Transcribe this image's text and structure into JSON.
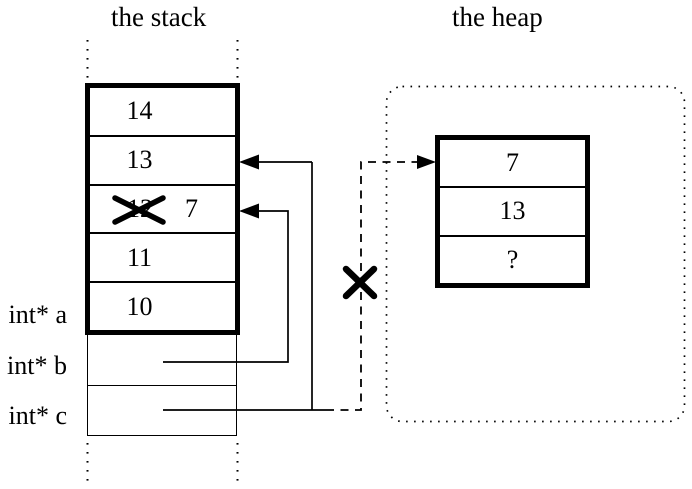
{
  "diagram": {
    "stack": {
      "title": "the stack",
      "frame_cells": [
        {
          "value": "14"
        },
        {
          "value": "13"
        },
        {
          "value": "12",
          "crossed_out": true,
          "replacement": "7"
        },
        {
          "value": "11"
        },
        {
          "value": "10"
        }
      ],
      "variables": [
        {
          "label": "int* a"
        },
        {
          "label": "int* b"
        },
        {
          "label": "int* c"
        }
      ]
    },
    "heap": {
      "title": "the heap",
      "cells": [
        {
          "value": "7"
        },
        {
          "value": "13"
        },
        {
          "value": "?"
        }
      ]
    },
    "icons": {
      "strikethrough": "x-cross-over-old-value",
      "broken_pointer": "x-cross-on-dashed-arrow",
      "pointer_arrowheads": "filled-triangle"
    },
    "colors": {
      "ink": "#000000",
      "background": "#ffffff"
    }
  }
}
